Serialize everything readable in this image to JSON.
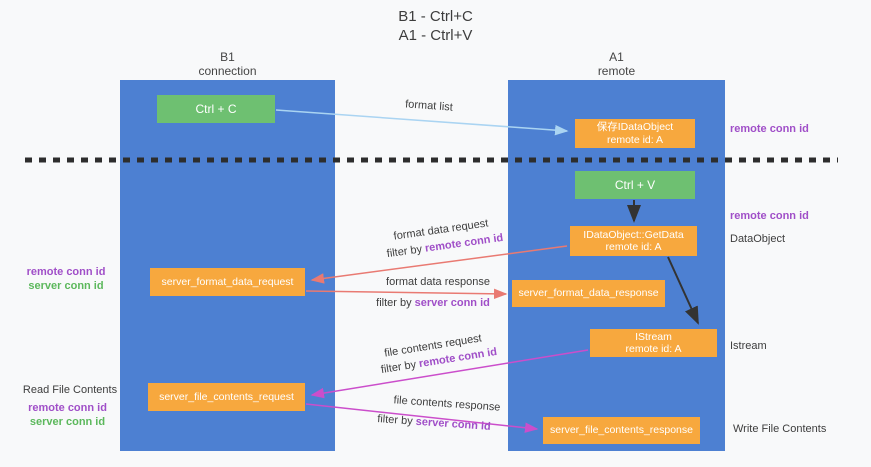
{
  "title": {
    "line1": "B1 - Ctrl+C",
    "line2": "A1 - Ctrl+V"
  },
  "columns": {
    "left": {
      "name": "B1",
      "role": "connection"
    },
    "right": {
      "name": "A1",
      "role": "remote"
    }
  },
  "boxes": {
    "ctrl_c": "Ctrl + C",
    "store_idataobject": {
      "line1": "保存IDataObject",
      "line2": "remote id: A"
    },
    "ctrl_v": "Ctrl + V",
    "getdata": {
      "line1": "IDataObject::GetData",
      "line2": "remote id: A"
    },
    "server_format_data_request": "server_format_data_request",
    "server_format_data_response": "server_format_data_response",
    "istream": {
      "line1": "IStream",
      "line2": "remote id: A"
    },
    "server_file_contents_request": "server_file_contents_request",
    "server_file_contents_response": "server_file_contents_response"
  },
  "side_labels": {
    "remote_conn_id_top_right": "remote conn id",
    "remote_conn_id_mid_right": "remote conn id",
    "dataobject": "DataObject",
    "istream": "Istream",
    "write_file_contents": "Write File Contents",
    "read_file_contents": "Read File Contents",
    "left_group1": {
      "remote": "remote conn id",
      "server": "server conn id"
    },
    "left_group2": {
      "remote": "remote conn id",
      "server": "server conn id"
    }
  },
  "arrow_labels": {
    "format_list": "format list",
    "format_data_request": "format data request",
    "format_data_request_filter": {
      "prefix": "filter by ",
      "value": "remote conn id"
    },
    "format_data_response": "format data response",
    "format_data_response_filter": {
      "prefix": "filter by ",
      "value": "server conn id"
    },
    "file_contents_request": "file contents request",
    "file_contents_request_filter": {
      "prefix": "filter by ",
      "value": "remote conn id"
    },
    "file_contents_response": "file contents response",
    "file_contents_response_filter": {
      "prefix": "filter by ",
      "value": "server conn id"
    }
  },
  "colors": {
    "column_blue": "#4d80d2",
    "box_green": "#6ec071",
    "box_orange": "#f7a83e",
    "arrow_blue": "#aad4f2",
    "arrow_salmon": "#e97a72",
    "arrow_magenta": "#cb4ecb",
    "arrow_black": "#333333",
    "text_purple": "#a04fc8",
    "text_green": "#5cb85c",
    "dashed_line": "#2d2d2d"
  }
}
